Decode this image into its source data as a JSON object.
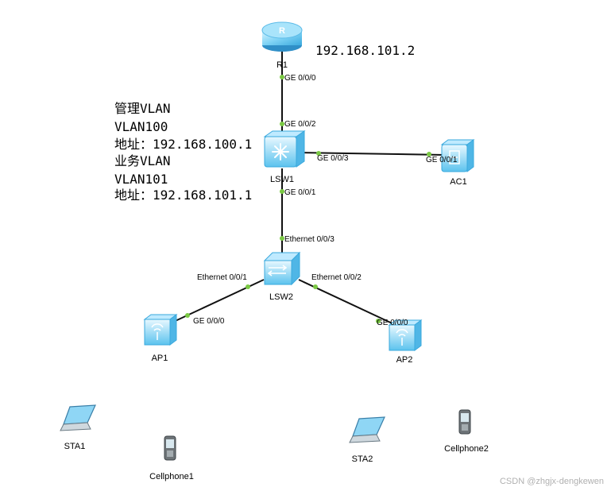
{
  "devices": {
    "r1": "R1",
    "lsw1": "LSW1",
    "lsw2": "LSW2",
    "ac1": "AC1",
    "ap1": "AP1",
    "ap2": "AP2",
    "sta1": "STA1",
    "sta2": "STA2",
    "cellphone1": "Cellphone1",
    "cellphone2": "Cellphone2"
  },
  "ports": {
    "r1_ge000": "GE 0/0/0",
    "lsw1_ge002": "GE 0/0/2",
    "lsw1_ge003": "GE 0/0/3",
    "lsw1_ge001": "GE 0/0/1",
    "ac1_ge001": "GE 0/0/1",
    "lsw2_eth003": "Ethernet 0/0/3",
    "lsw2_eth001": "Ethernet 0/0/1",
    "lsw2_eth002": "Ethernet 0/0/2",
    "ap1_ge000": "GE 0/0/0",
    "ap2_ge000": "GE 0/0/0"
  },
  "annotations": {
    "r1_ip": "192.168.101.2",
    "mgmt_title": "管理VLAN",
    "mgmt_vlan": "VLAN100",
    "mgmt_addr": "地址：192.168.100.1",
    "svc_title": "业务VLAN",
    "svc_vlan": "VLAN101",
    "svc_addr": "地址：192.168.101.1"
  },
  "watermark": "CSDN @zhgjx-dengkewen",
  "colors": {
    "device_blue": "#5fc6f0",
    "device_light": "#bfeaff",
    "port_dot": "#7ac943",
    "link": "#111111"
  }
}
